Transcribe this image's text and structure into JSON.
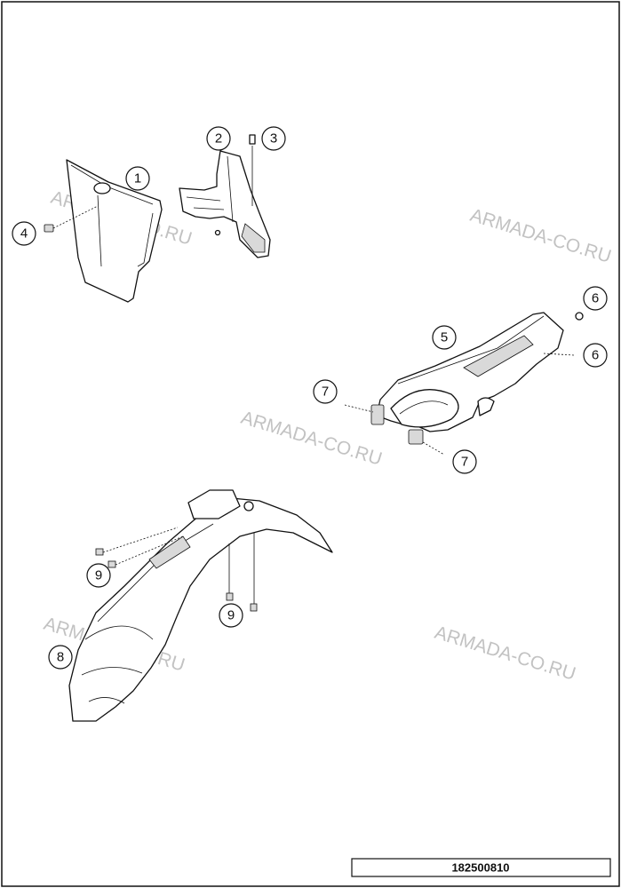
{
  "diagram": {
    "drawing_code": "182500810",
    "watermark_text": "ARMADA-CO.RU",
    "callouts": [
      {
        "id": "c1",
        "label": "1"
      },
      {
        "id": "c2",
        "label": "2"
      },
      {
        "id": "c3",
        "label": "3"
      },
      {
        "id": "c4",
        "label": "4"
      },
      {
        "id": "c5",
        "label": "5"
      },
      {
        "id": "c6a",
        "label": "6"
      },
      {
        "id": "c6b",
        "label": "6"
      },
      {
        "id": "c7a",
        "label": "7"
      },
      {
        "id": "c7b",
        "label": "7"
      },
      {
        "id": "c8",
        "label": "8"
      },
      {
        "id": "c9a",
        "label": "9"
      },
      {
        "id": "c9b",
        "label": "9"
      }
    ]
  }
}
